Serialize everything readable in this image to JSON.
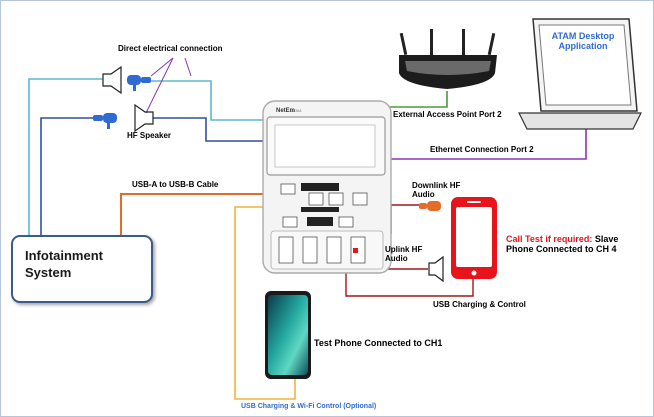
{
  "labels": {
    "direct_connection": "Direct electrical connection",
    "hf_speaker": "HF Speaker",
    "usb_cable": "USB-A to USB-B Cable",
    "infotainment": "Infotainment System",
    "access_point": "External Access Point Port 2",
    "ethernet": "Ethernet Connection Port 2",
    "atam_app": "ATAM Desktop Application",
    "downlink": "Downlink HF Audio",
    "uplink": "Uplink HF Audio",
    "call_test_red": "Call Test if required:",
    "call_test_rest": " Slave Phone Connected to CH 4",
    "usb_control": "USB Charging & Control",
    "test_phone": "Test Phone Connected to CH1",
    "usb_wifi": "USB Charging & Wi-Fi Control (Optional)",
    "device_brand": "NetEm",
    "device_model": "ATAM"
  },
  "colors": {
    "teal": "#5bb8cf",
    "navy": "#2f4fa0",
    "purple": "#8a34b8",
    "orange": "#e36c2a",
    "yellow": "#f2b33d",
    "darkred": "#a01818",
    "phone_red": "#e8141c",
    "frame": "#b8c4d8"
  },
  "icons": [
    "microphone-icon",
    "speaker-icon",
    "router-icon",
    "laptop-icon",
    "smartphone-icon",
    "test-equipment-icon"
  ]
}
